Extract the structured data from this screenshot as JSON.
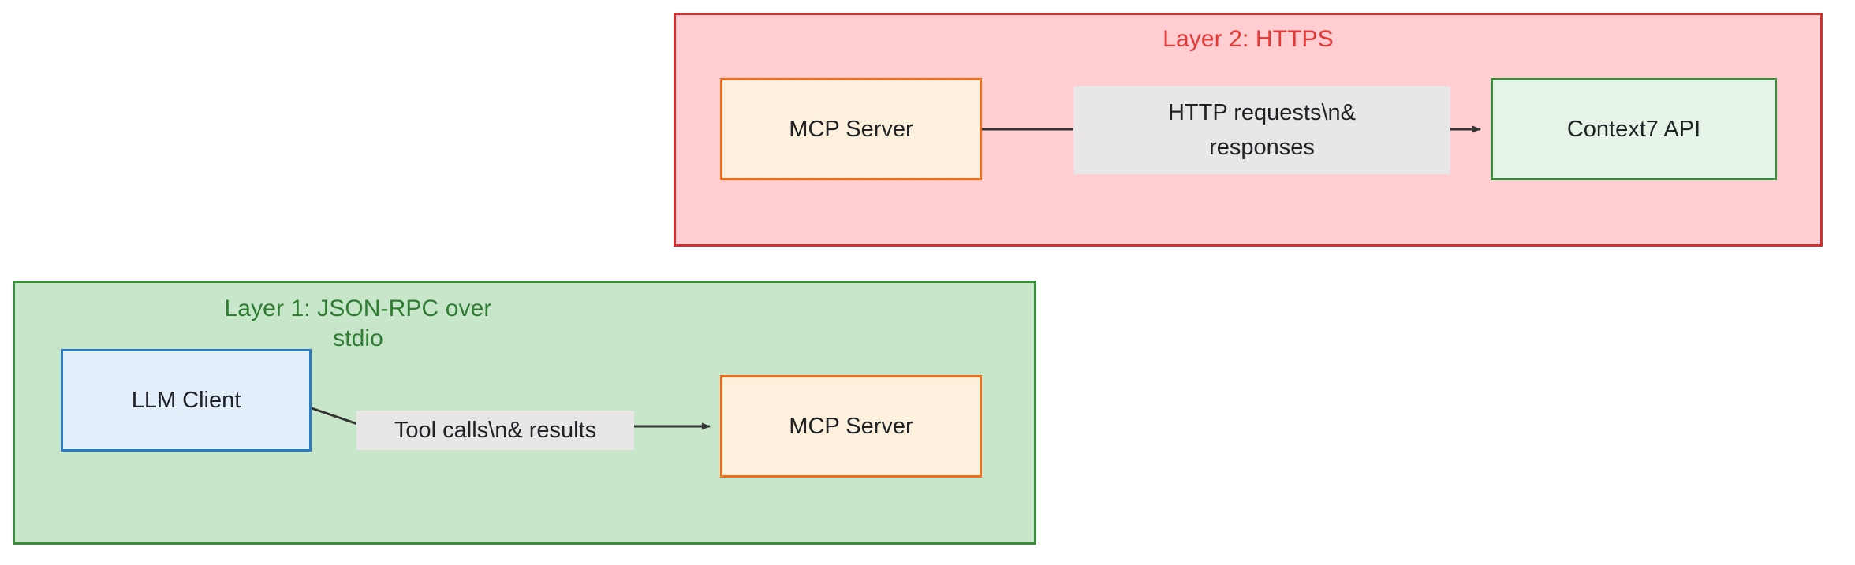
{
  "diagram": {
    "type": "flowchart",
    "background": "#ffffff",
    "subgraphs": [
      {
        "id": "layer2",
        "title": "Layer 2: HTTPS",
        "fill": "#ffcdd2",
        "stroke": "#d32f2f",
        "title_color": "#e53935"
      },
      {
        "id": "layer1",
        "title": "Layer 1: JSON-RPC over\nstdio",
        "fill": "#c8e6c9",
        "stroke": "#388e3c",
        "title_color": "#2e7d32"
      }
    ],
    "nodes": [
      {
        "id": "mcp-server-top",
        "label": "MCP Server",
        "fill": "#fdf0dd",
        "stroke": "#ef6c1a",
        "subgraph": "layer2"
      },
      {
        "id": "context7-api",
        "label": "Context7 API",
        "fill": "#e6f4e8",
        "stroke": "#3a8a3f",
        "subgraph": "layer2"
      },
      {
        "id": "llm-client",
        "label": "LLM Client",
        "fill": "#e3eefb",
        "stroke": "#2a7ac4",
        "subgraph": "layer1"
      },
      {
        "id": "mcp-server-bottom",
        "label": "MCP Server",
        "fill": "#fdf0dd",
        "stroke": "#ef6c1a",
        "subgraph": "layer1"
      }
    ],
    "edges": [
      {
        "id": "edge-https",
        "from": "mcp-server-top",
        "to": "context7-api",
        "label": "HTTP requests\\n&\nresponses",
        "label_bg": "#e8e6e6",
        "stroke": "#333333",
        "arrow": "end"
      },
      {
        "id": "edge-stdio",
        "from": "llm-client",
        "to": "mcp-server-bottom",
        "label": "Tool calls\\n& results",
        "label_bg": "#e8e6e6",
        "stroke": "#333333",
        "arrow": "end"
      }
    ]
  }
}
